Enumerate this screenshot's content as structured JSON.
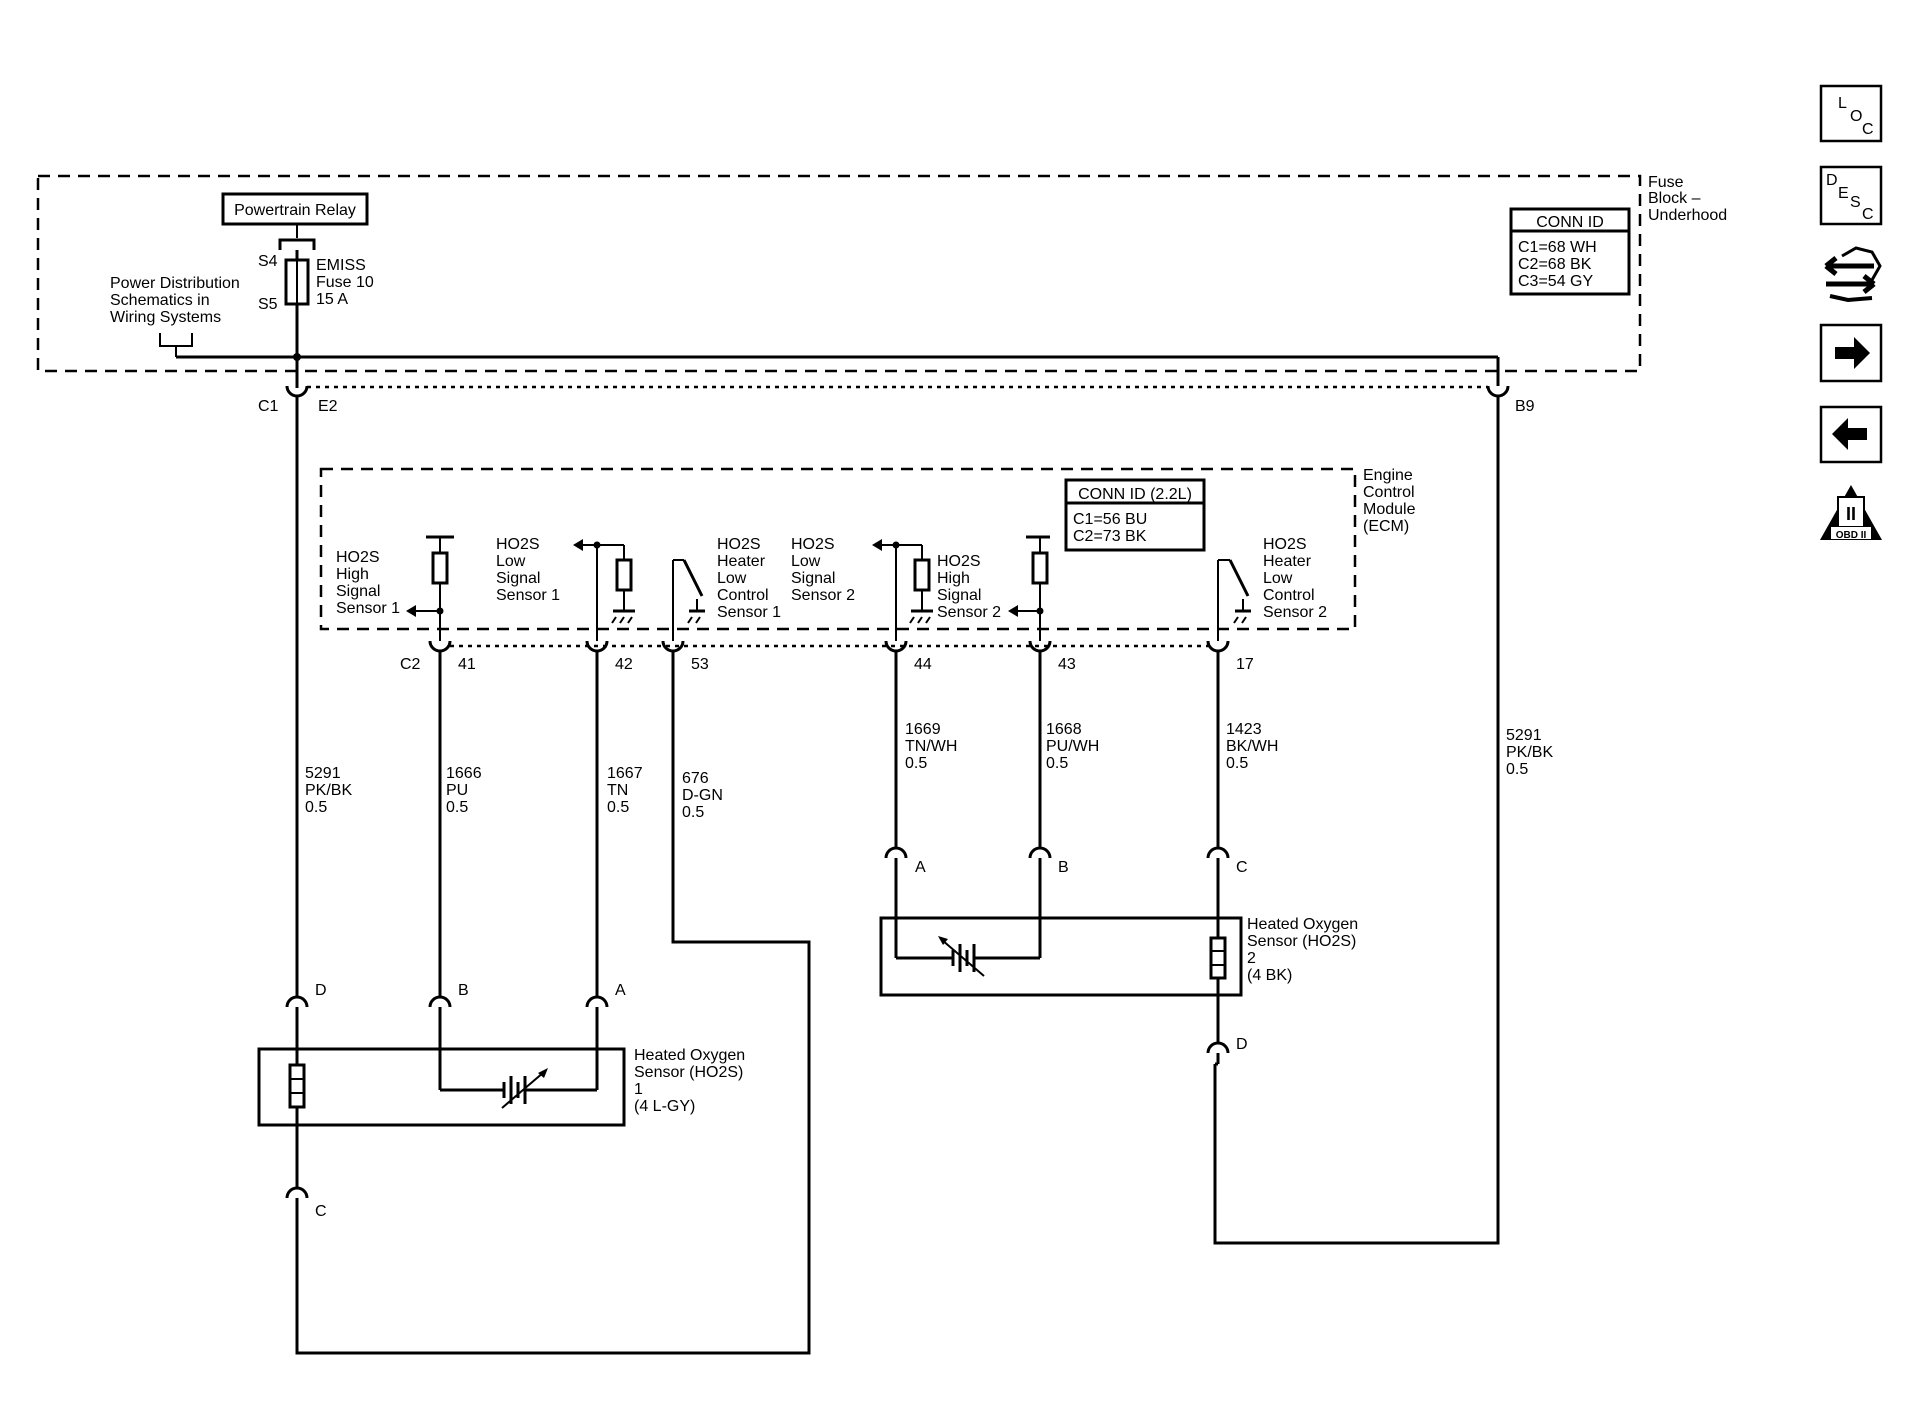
{
  "fuse_block": {
    "title": [
      "Fuse",
      "Block –",
      "Underhood"
    ],
    "conn_id": {
      "title": "CONN ID",
      "lines": [
        "C1=68 WH",
        "C2=68 BK",
        "C3=54 GY"
      ]
    },
    "powertrain_relay": "Powertrain Relay",
    "s4": "S4",
    "s5": "S5",
    "fuse": [
      "EMISS",
      "Fuse 10",
      "15 A"
    ],
    "power_dist": [
      "Power Distribution",
      "Schematics in",
      "Wiring Systems"
    ]
  },
  "connectors": {
    "c1": "C1",
    "e2": "E2",
    "b9": "B9",
    "c2": "C2",
    "pin41": "41",
    "pin42": "42",
    "pin53": "53",
    "pin44": "44",
    "pin43": "43",
    "pin17": "17"
  },
  "ecm": {
    "title": [
      "Engine",
      "Control",
      "Module",
      "(ECM)"
    ],
    "conn_id": {
      "title": "CONN ID (2.2L)",
      "lines": [
        "C1=56 BU",
        "C2=73 BK"
      ]
    },
    "labels": {
      "high1": [
        "HO2S",
        "High",
        "Signal",
        "Sensor 1"
      ],
      "low1": [
        "HO2S",
        "Low",
        "Signal",
        "Sensor 1"
      ],
      "heater1": [
        "HO2S",
        "Heater",
        "Low",
        "Control",
        "Sensor 1"
      ],
      "low2": [
        "HO2S",
        "Low",
        "Signal",
        "Sensor 2"
      ],
      "high2": [
        "HO2S",
        "High",
        "Signal",
        "Sensor 2"
      ],
      "heater2": [
        "HO2S",
        "Heater",
        "Low",
        "Control",
        "Sensor 2"
      ]
    }
  },
  "wires": {
    "w5291a": [
      "5291",
      "PK/BK",
      "0.5"
    ],
    "w1666": [
      "1666",
      "PU",
      "0.5"
    ],
    "w1667": [
      "1667",
      "TN",
      "0.5"
    ],
    "w676": [
      "676",
      "D-GN",
      "0.5"
    ],
    "w1669": [
      "1669",
      "TN/WH",
      "0.5"
    ],
    "w1668": [
      "1668",
      "PU/WH",
      "0.5"
    ],
    "w1423": [
      "1423",
      "BK/WH",
      "0.5"
    ],
    "w5291b": [
      "5291",
      "PK/BK",
      "0.5"
    ]
  },
  "sensor1": {
    "title": [
      "Heated Oxygen",
      "Sensor (HO2S)",
      "1",
      "(4 L-GY)"
    ],
    "pins": {
      "d": "D",
      "b": "B",
      "a": "A",
      "c": "C"
    }
  },
  "sensor2": {
    "title": [
      "Heated Oxygen",
      "Sensor (HO2S)",
      "2",
      "(4 BK)"
    ],
    "pins": {
      "a": "A",
      "b": "B",
      "c": "C",
      "d": "D"
    }
  },
  "side_icons": {
    "loc": [
      "L",
      "O",
      "C"
    ],
    "desc": [
      "D",
      "E",
      "S",
      "C"
    ],
    "obd": "OBD II",
    "obd_numeral": "II",
    "icons": [
      "loc-icon",
      "desc-icon",
      "connector-view-icon",
      "next-page-icon",
      "previous-page-icon",
      "obd-ii-icon"
    ]
  }
}
